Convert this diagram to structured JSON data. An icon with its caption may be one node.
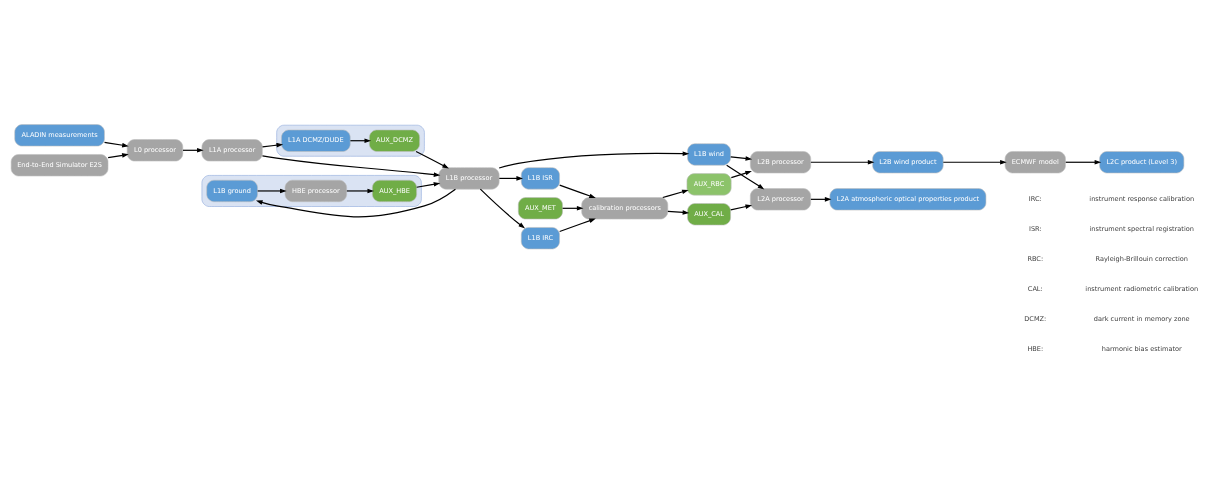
{
  "diagram": {
    "nodes": [
      {
        "text": [
          "ALADIN measurements"
        ]
      },
      {
        "text": [
          "End-to-End Simulator E2S"
        ]
      },
      {
        "text": [
          "L0 processor"
        ]
      },
      {
        "text": [],
        "shape": "box"
      },
      {
        "text": [
          "AUX_DCMZ"
        ],
        "in": 3
      },
      {
        "text": [
          "L1A DCMZ/DUDE"
        ],
        "in": 3
      },
      {
        "text": [
          "L1A processor"
        ]
      },
      {
        "text": [],
        "shape": "box"
      },
      {
        "text": [
          "AUX_HBE"
        ],
        "in": 7
      },
      {
        "text": [
          "HBE processor"
        ],
        "in": 7
      },
      {
        "text": [
          "L1B ground"
        ],
        "in": 7
      },
      {
        "text": [
          "L1B processor"
        ]
      },
      {
        "text": [
          "L1B wind"
        ]
      },
      {
        "text": [
          "L1B ISR"
        ]
      },
      {
        "text": [
          "L1B IRC"
        ]
      },
      {
        "text": [
          "AUX_RBC"
        ]
      },
      {
        "text": [
          "L2B processor"
        ]
      },
      {
        "text": [
          "L2B wind product"
        ]
      },
      {
        "text": [
          "ECMWF model"
        ]
      },
      {
        "text": [
          "L2C product (Level 3)"
        ]
      },
      {
        "text": [
          "AUX_MET"
        ]
      },
      {
        "text": [
          "calibration processors"
        ]
      },
      {
        "text": [
          "AUX_CAL"
        ]
      },
      {
        "text": [
          "L2A processor"
        ]
      },
      {
        "text": [
          "L2A atmospheric optical properties product"
        ]
      }
    ],
    "edges": [
      {
        "from": 0,
        "to": 2,
        "arrow": "to"
      },
      {
        "from": 1,
        "to": 2,
        "arrow": "to"
      },
      {
        "from": 2,
        "to": 6,
        "arrow": "to"
      },
      {
        "from": 6,
        "to": 5,
        "arrow": "to"
      },
      {
        "from": 5,
        "to": 4,
        "arrow": "to"
      },
      {
        "from": 4,
        "to": 11,
        "arrow": "to"
      },
      {
        "from": 6,
        "to": 11,
        "arrow": "to"
      },
      {
        "from": 11,
        "to": 10,
        "arrow": "to"
      },
      {
        "from": 10,
        "to": 9,
        "arrow": "to"
      },
      {
        "from": 9,
        "to": 8,
        "arrow": "to"
      },
      {
        "from": 8,
        "to": 11,
        "arrow": "to"
      },
      {
        "from": 11,
        "to": 12,
        "arrow": "to"
      },
      {
        "from": 11,
        "to": 13,
        "arrow": "to"
      },
      {
        "from": 11,
        "to": 14,
        "arrow": "to"
      },
      {
        "from": 12,
        "to": 16,
        "arrow": "to"
      },
      {
        "from": 12,
        "to": 23,
        "arrow": "to"
      },
      {
        "from": 13,
        "to": 21,
        "arrow": "to"
      },
      {
        "from": 14,
        "to": 21,
        "arrow": "to"
      },
      {
        "from": 20,
        "to": 21,
        "arrow": "to"
      },
      {
        "from": 21,
        "to": 15,
        "arrow": "to"
      },
      {
        "from": 21,
        "to": 22,
        "arrow": "to"
      },
      {
        "from": 15,
        "to": 16,
        "arrow": "to"
      },
      {
        "from": 22,
        "to": 23,
        "arrow": "to"
      },
      {
        "from": 16,
        "to": 17,
        "arrow": "to"
      },
      {
        "from": 17,
        "to": 18,
        "arrow": "to"
      },
      {
        "from": 18,
        "to": 19,
        "arrow": "to"
      },
      {
        "from": 23,
        "to": 24,
        "arrow": "to"
      }
    ],
    "labels": [
      "IRC:",
      "instrument response calibration",
      "ISR:",
      "instrument spectral registration",
      "RBC:",
      "Rayleigh-Brillouin correction",
      "CAL:",
      "instrument radiometric calibration",
      "DCMZ:",
      "dark current in memory zone",
      "HBE:",
      "harmonic bias estimator"
    ]
  }
}
